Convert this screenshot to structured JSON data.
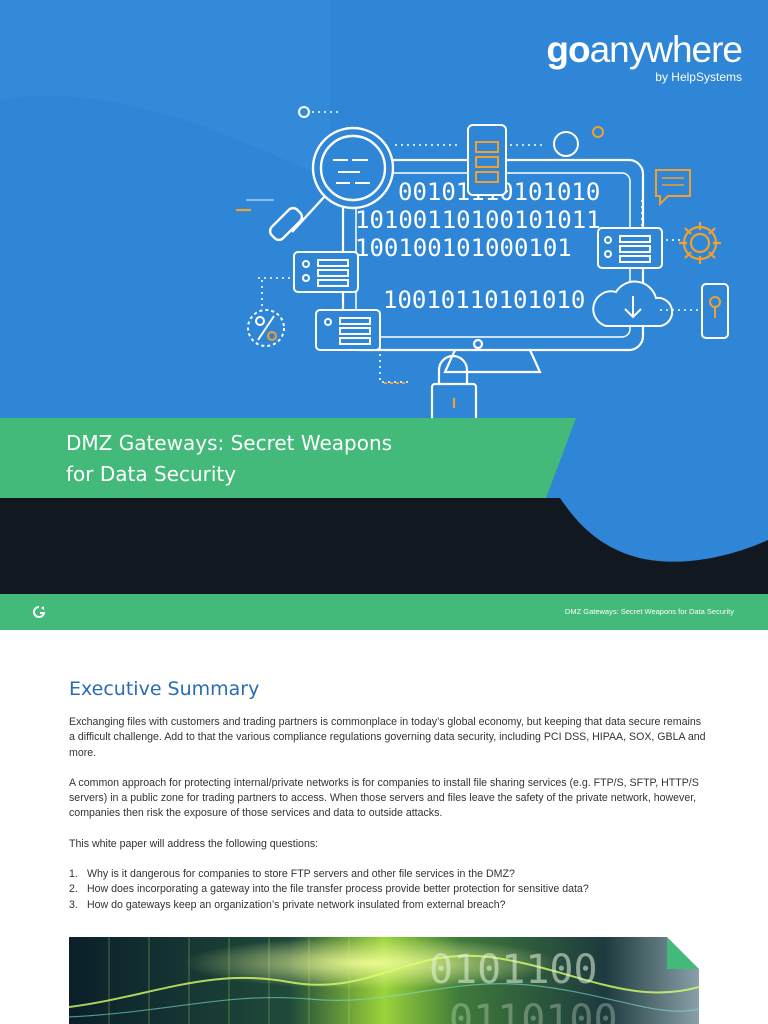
{
  "cover": {
    "logo_bold": "go",
    "logo_rest": "anywhere",
    "logo_by": "by HelpSystems",
    "title_line1": "DMZ Gateways: Secret Weapons",
    "title_line2": "for Data Security",
    "binary_rows": [
      "00101110101010",
      "1010011010010101​1",
      "1001001010001​01",
      "10010110101010"
    ],
    "colors": {
      "blue": "#2f86d6",
      "green": "#43b97a",
      "dark": "#121820",
      "accent_orange": "#f0a030"
    },
    "icons": [
      "magnifier-icon",
      "phone-icon",
      "server-icon",
      "gear-icon",
      "cloud-download-icon",
      "percent-icon",
      "padlock-icon",
      "chat-icon",
      "mobile-location-icon",
      "monitor-icon"
    ]
  },
  "header_strip": {
    "title": "DMZ Gateways: Secret Weapons for Data Security",
    "icon": "goanywhere-mark-icon"
  },
  "content": {
    "heading": "Executive Summary",
    "paragraphs": [
      "Exchanging files with customers and trading partners is commonplace in today’s global economy, but keeping that data secure remains a difficult challenge. Add to that the various compliance regulations governing data security, including PCI DSS, HIPAA, SOX, GBLA and more.",
      "A common approach for protecting internal/private networks is for companies to install file sharing services (e.g. FTP/S, SFTP, HTTP/S servers) in a public zone for trading partners to access. When those servers and files leave the safety of the private network, however, companies then risk the exposure of those services and data to outside attacks.",
      "This white paper will address the following questions:"
    ],
    "questions": [
      {
        "num": "1.",
        "text": "Why is it dangerous for companies to store FTP servers and other file services in the DMZ?"
      },
      {
        "num": "2.",
        "text": "How does incorporating a gateway into the file transfer process provide better protection for sensitive data?"
      },
      {
        "num": "3.",
        "text": "How do gateways keep an organization’s private network insulated from external breach?"
      }
    ]
  },
  "bottom_image": {
    "digits": "0101100",
    "digits2": "0110100"
  }
}
